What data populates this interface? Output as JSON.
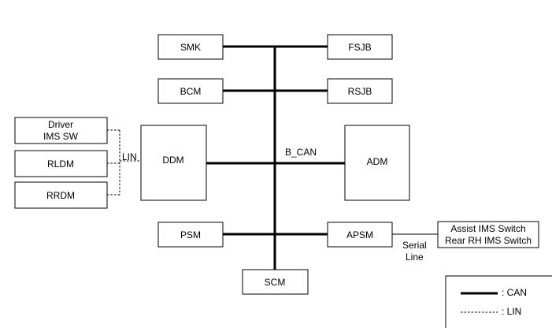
{
  "modules": {
    "smk": "SMK",
    "fsjb": "FSJB",
    "bcm": "BCM",
    "rsjb": "RSJB",
    "ddm": "DDM",
    "adm": "ADM",
    "psm": "PSM",
    "apsm": "APSM",
    "scm": "SCM",
    "driver_ims_sw": [
      "Driver",
      "IMS SW"
    ],
    "rldm": "RLDM",
    "rrdm": "RRDM",
    "assist_ims": [
      "Assist IMS Switch",
      "Rear RH IMS Switch"
    ]
  },
  "labels": {
    "lin": "LIN",
    "b_can": "B_CAN",
    "serial_line": [
      "Serial",
      "Line"
    ]
  },
  "legend": {
    "can": ": CAN",
    "lin": ": LIN"
  },
  "colors": {
    "line": "#000000",
    "background": "#ffffff"
  }
}
